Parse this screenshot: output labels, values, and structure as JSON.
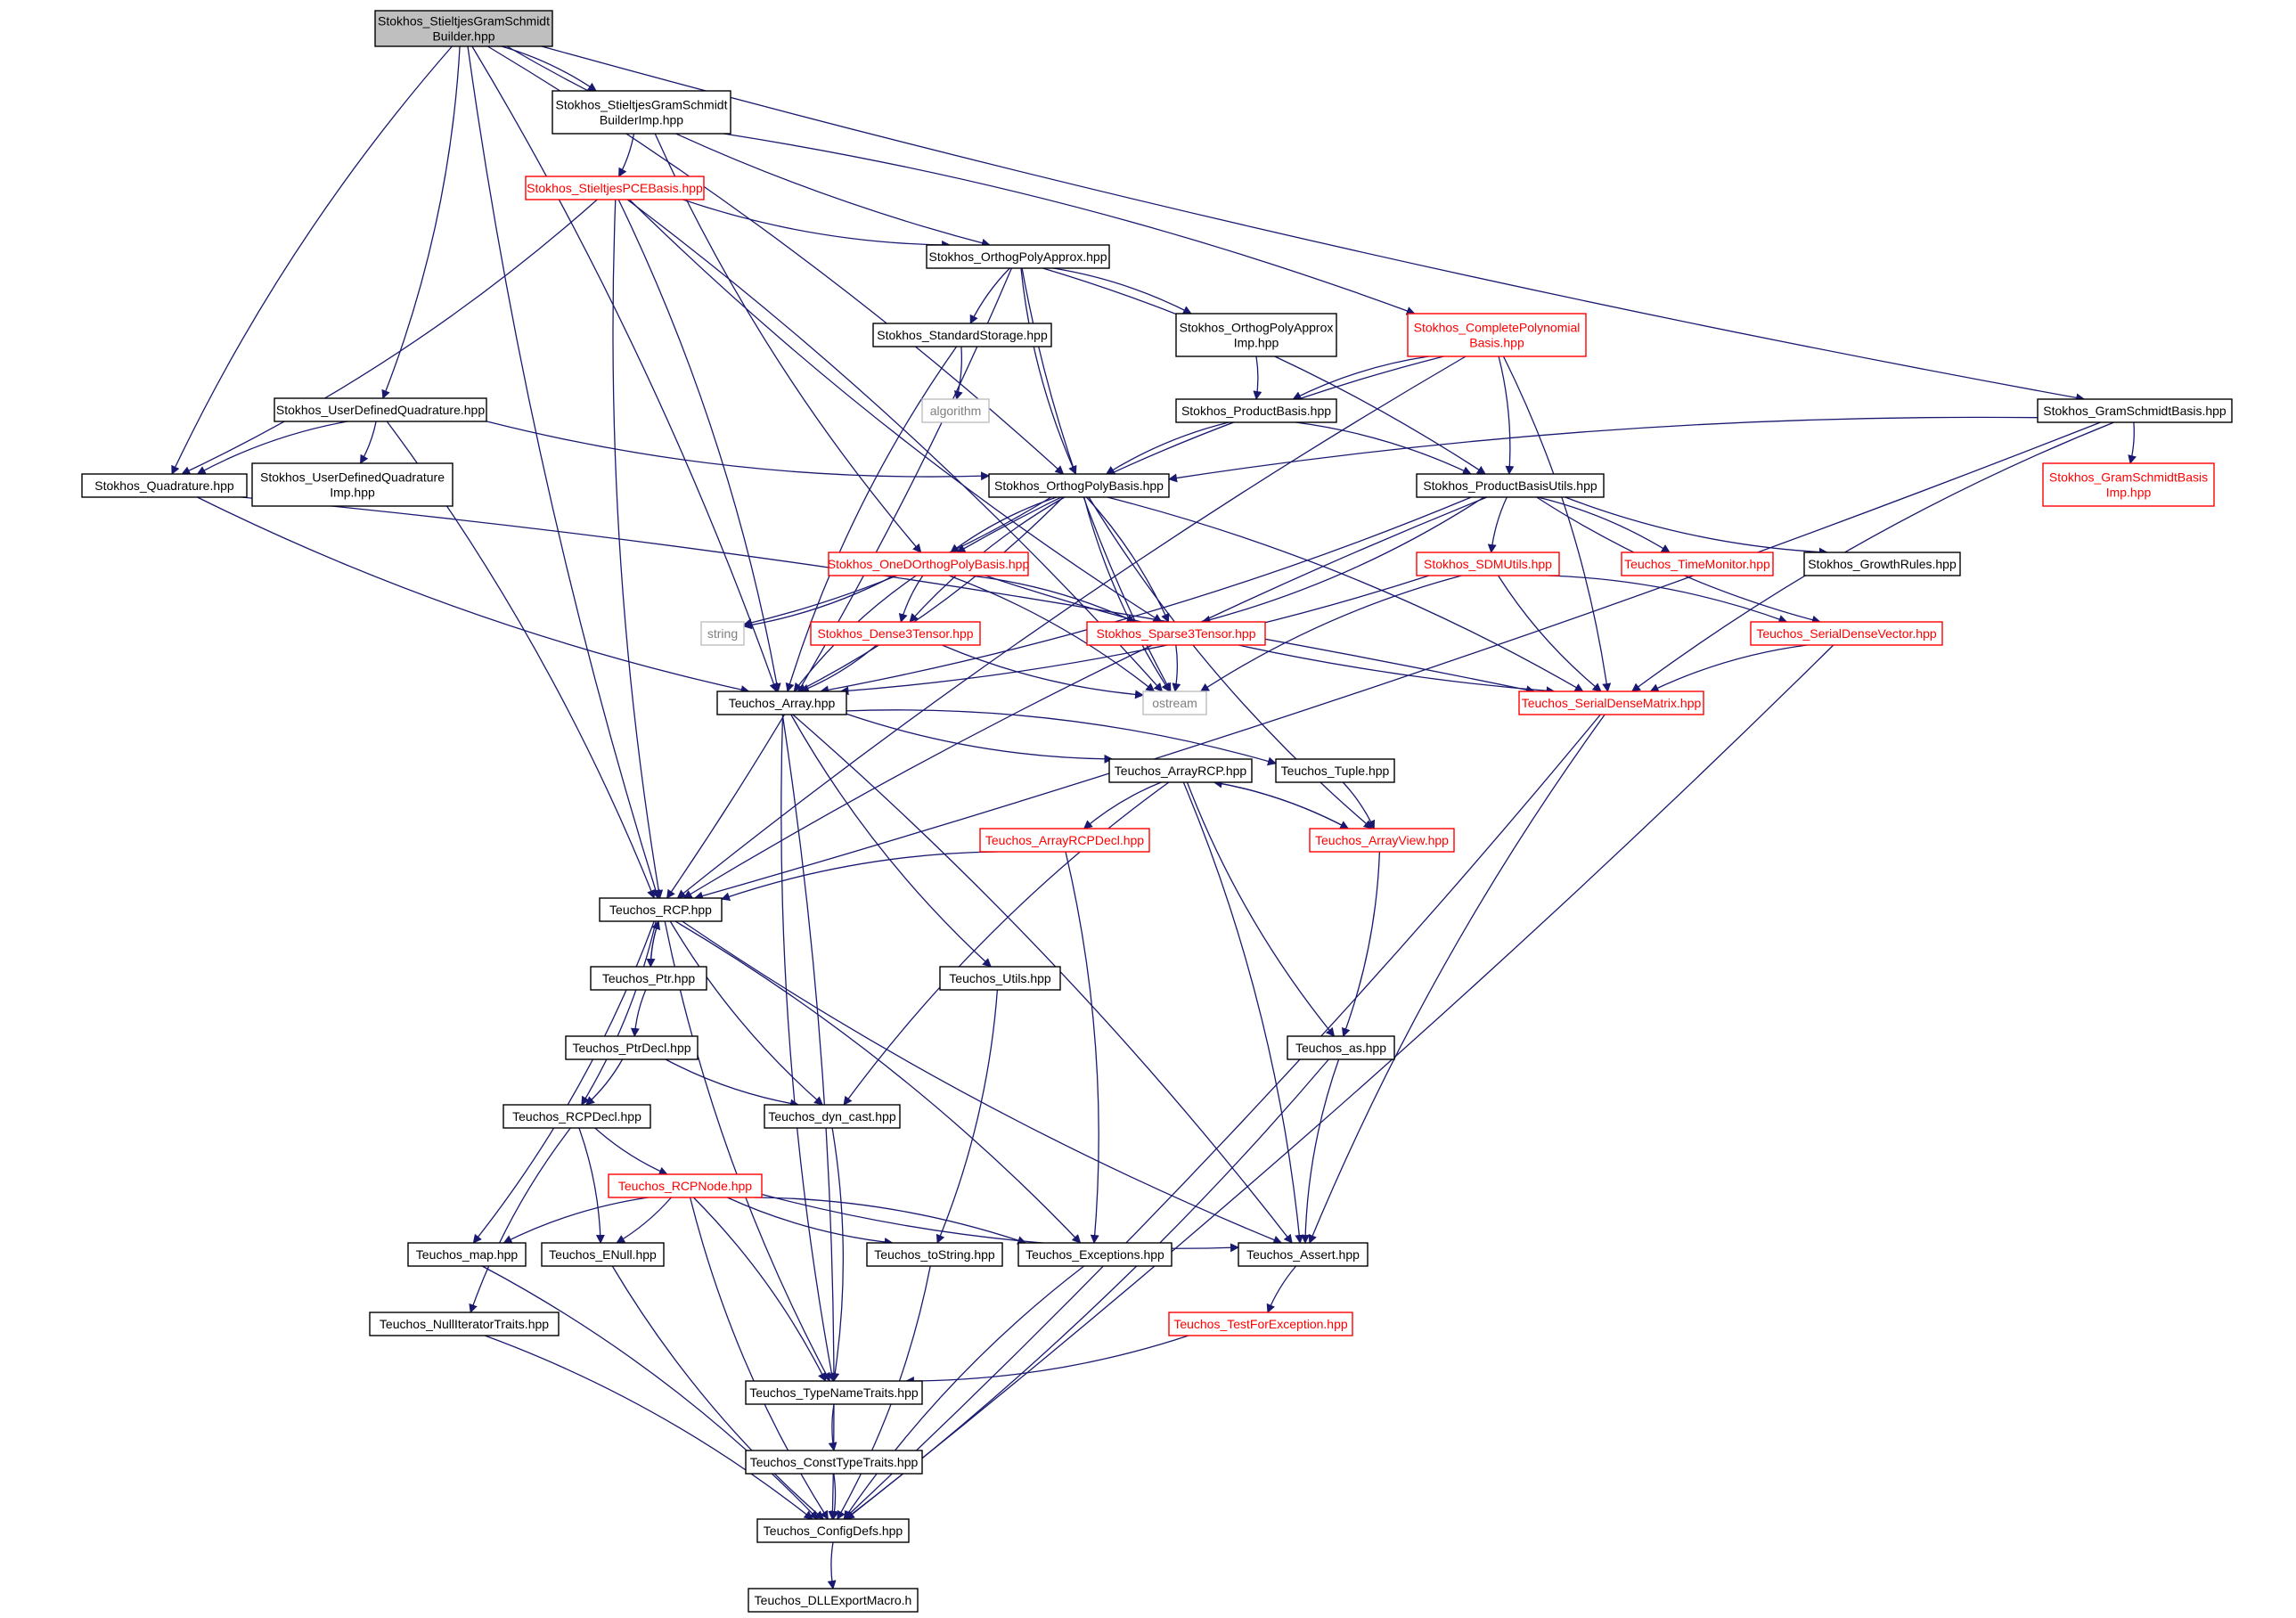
{
  "nodes": [
    {
      "id": "root",
      "label": [
        "Stokhos_StieltjesGramSchmidt",
        "Builder.hpp"
      ],
      "style": "root"
    },
    {
      "id": "imp",
      "label": [
        "Stokhos_StieltjesGramSchmidt",
        "BuilderImp.hpp"
      ],
      "style": "black"
    },
    {
      "id": "spce",
      "label": [
        "Stokhos_StieltjesPCEBasis.hpp"
      ],
      "style": "red"
    },
    {
      "id": "opa",
      "label": [
        "Stokhos_OrthogPolyApprox.hpp"
      ],
      "style": "black"
    },
    {
      "id": "cpb",
      "label": [
        "Stokhos_CompletePolynomial",
        "Basis.hpp"
      ],
      "style": "red"
    },
    {
      "id": "ss",
      "label": [
        "Stokhos_StandardStorage.hpp"
      ],
      "style": "black"
    },
    {
      "id": "opai",
      "label": [
        "Stokhos_OrthogPolyApprox",
        "Imp.hpp"
      ],
      "style": "black"
    },
    {
      "id": "alg",
      "label": [
        "algorithm"
      ],
      "style": "gray"
    },
    {
      "id": "udq",
      "label": [
        "Stokhos_UserDefinedQuadrature.hpp"
      ],
      "style": "black"
    },
    {
      "id": "pb",
      "label": [
        "Stokhos_ProductBasis.hpp"
      ],
      "style": "black"
    },
    {
      "id": "gsb",
      "label": [
        "Stokhos_GramSchmidtBasis.hpp"
      ],
      "style": "black"
    },
    {
      "id": "quad",
      "label": [
        "Stokhos_Quadrature.hpp"
      ],
      "style": "black"
    },
    {
      "id": "udqi",
      "label": [
        "Stokhos_UserDefinedQuadrature",
        "Imp.hpp"
      ],
      "style": "black"
    },
    {
      "id": "opb",
      "label": [
        "Stokhos_OrthogPolyBasis.hpp"
      ],
      "style": "black"
    },
    {
      "id": "pbu",
      "label": [
        "Stokhos_ProductBasisUtils.hpp"
      ],
      "style": "black"
    },
    {
      "id": "gsbi",
      "label": [
        "Stokhos_GramSchmidtBasis",
        "Imp.hpp"
      ],
      "style": "red"
    },
    {
      "id": "odopb",
      "label": [
        "Stokhos_OneDOrthogPolyBasis.hpp"
      ],
      "style": "red"
    },
    {
      "id": "sdm",
      "label": [
        "Stokhos_SDMUtils.hpp"
      ],
      "style": "red"
    },
    {
      "id": "tm",
      "label": [
        "Teuchos_TimeMonitor.hpp"
      ],
      "style": "red"
    },
    {
      "id": "gr",
      "label": [
        "Stokhos_GrowthRules.hpp"
      ],
      "style": "black"
    },
    {
      "id": "str",
      "label": [
        "string"
      ],
      "style": "gray"
    },
    {
      "id": "d3t",
      "label": [
        "Stokhos_Dense3Tensor.hpp"
      ],
      "style": "red"
    },
    {
      "id": "s3t",
      "label": [
        "Stokhos_Sparse3Tensor.hpp"
      ],
      "style": "red"
    },
    {
      "id": "sdv",
      "label": [
        "Teuchos_SerialDenseVector.hpp"
      ],
      "style": "red"
    },
    {
      "id": "arr",
      "label": [
        "Teuchos_Array.hpp"
      ],
      "style": "black"
    },
    {
      "id": "ost",
      "label": [
        "ostream"
      ],
      "style": "gray"
    },
    {
      "id": "sdmat",
      "label": [
        "Teuchos_SerialDenseMatrix.hpp"
      ],
      "style": "red"
    },
    {
      "id": "arcp",
      "label": [
        "Teuchos_ArrayRCP.hpp"
      ],
      "style": "black"
    },
    {
      "id": "tup",
      "label": [
        "Teuchos_Tuple.hpp"
      ],
      "style": "black"
    },
    {
      "id": "arcpd",
      "label": [
        "Teuchos_ArrayRCPDecl.hpp"
      ],
      "style": "red"
    },
    {
      "id": "av",
      "label": [
        "Teuchos_ArrayView.hpp"
      ],
      "style": "red"
    },
    {
      "id": "rcp",
      "label": [
        "Teuchos_RCP.hpp"
      ],
      "style": "black"
    },
    {
      "id": "ptr",
      "label": [
        "Teuchos_Ptr.hpp"
      ],
      "style": "black"
    },
    {
      "id": "utils",
      "label": [
        "Teuchos_Utils.hpp"
      ],
      "style": "black"
    },
    {
      "id": "ptrd",
      "label": [
        "Teuchos_PtrDecl.hpp"
      ],
      "style": "black"
    },
    {
      "id": "as",
      "label": [
        "Teuchos_as.hpp"
      ],
      "style": "black"
    },
    {
      "id": "rcpd",
      "label": [
        "Teuchos_RCPDecl.hpp"
      ],
      "style": "black"
    },
    {
      "id": "dync",
      "label": [
        "Teuchos_dyn_cast.hpp"
      ],
      "style": "black"
    },
    {
      "id": "rcpn",
      "label": [
        "Teuchos_RCPNode.hpp"
      ],
      "style": "red"
    },
    {
      "id": "map",
      "label": [
        "Teuchos_map.hpp"
      ],
      "style": "black"
    },
    {
      "id": "enull",
      "label": [
        "Teuchos_ENull.hpp"
      ],
      "style": "black"
    },
    {
      "id": "tostr",
      "label": [
        "Teuchos_toString.hpp"
      ],
      "style": "black"
    },
    {
      "id": "exc",
      "label": [
        "Teuchos_Exceptions.hpp"
      ],
      "style": "black"
    },
    {
      "id": "asrt",
      "label": [
        "Teuchos_Assert.hpp"
      ],
      "style": "black"
    },
    {
      "id": "nit",
      "label": [
        "Teuchos_NullIteratorTraits.hpp"
      ],
      "style": "black"
    },
    {
      "id": "tfe",
      "label": [
        "Teuchos_TestForException.hpp"
      ],
      "style": "red"
    },
    {
      "id": "tnt",
      "label": [
        "Teuchos_TypeNameTraits.hpp"
      ],
      "style": "black"
    },
    {
      "id": "ctt",
      "label": [
        "Teuchos_ConstTypeTraits.hpp"
      ],
      "style": "black"
    },
    {
      "id": "cfg",
      "label": [
        "Teuchos_ConfigDefs.hpp"
      ],
      "style": "black"
    },
    {
      "id": "dll",
      "label": [
        "Teuchos_DLLExportMacro.h"
      ],
      "style": "black"
    }
  ],
  "edges": [
    [
      "root",
      "imp"
    ],
    [
      "root",
      "opa"
    ],
    [
      "root",
      "udq"
    ],
    [
      "root",
      "quad"
    ],
    [
      "root",
      "opb"
    ],
    [
      "root",
      "gsb"
    ],
    [
      "root",
      "arr"
    ],
    [
      "root",
      "rcp"
    ],
    [
      "imp",
      "spce"
    ],
    [
      "imp",
      "odopb"
    ],
    [
      "imp",
      "cpb"
    ],
    [
      "spce",
      "opa"
    ],
    [
      "spce",
      "quad"
    ],
    [
      "spce",
      "rcp"
    ],
    [
      "spce",
      "arr"
    ],
    [
      "spce",
      "s3t"
    ],
    [
      "spce",
      "ost"
    ],
    [
      "opa",
      "ss"
    ],
    [
      "opa",
      "opai"
    ],
    [
      "opa",
      "opb"
    ],
    [
      "opa",
      "pbu"
    ],
    [
      "opa",
      "ost"
    ],
    [
      "opa",
      "rcp"
    ],
    [
      "cpb",
      "pb"
    ],
    [
      "cpb",
      "pbu"
    ],
    [
      "cpb",
      "odopb"
    ],
    [
      "cpb",
      "sdmat"
    ],
    [
      "cpb",
      "rcp"
    ],
    [
      "ss",
      "alg"
    ],
    [
      "ss",
      "arr"
    ],
    [
      "opai",
      "pb"
    ],
    [
      "udq",
      "quad"
    ],
    [
      "udq",
      "udqi"
    ],
    [
      "udq",
      "opb"
    ],
    [
      "udq",
      "rcp"
    ],
    [
      "pb",
      "opb"
    ],
    [
      "pb",
      "pbu"
    ],
    [
      "gsb",
      "opb"
    ],
    [
      "gsb",
      "gsbi"
    ],
    [
      "gsb",
      "sdmat"
    ],
    [
      "gsb",
      "rcp"
    ],
    [
      "quad",
      "arr"
    ],
    [
      "quad",
      "sdmat"
    ],
    [
      "opb",
      "odopb"
    ],
    [
      "opb",
      "str"
    ],
    [
      "opb",
      "d3t"
    ],
    [
      "opb",
      "s3t"
    ],
    [
      "opb",
      "ost"
    ],
    [
      "opb",
      "sdmat"
    ],
    [
      "opb",
      "av"
    ],
    [
      "opb",
      "arr"
    ],
    [
      "pbu",
      "sdm"
    ],
    [
      "pbu",
      "tm"
    ],
    [
      "pbu",
      "gr"
    ],
    [
      "pbu",
      "s3t"
    ],
    [
      "pbu",
      "sdv"
    ],
    [
      "pbu",
      "arr"
    ],
    [
      "pbu",
      "rcp"
    ],
    [
      "odopb",
      "str"
    ],
    [
      "odopb",
      "d3t"
    ],
    [
      "odopb",
      "s3t"
    ],
    [
      "odopb",
      "arr"
    ],
    [
      "odopb",
      "ost"
    ],
    [
      "odopb",
      "sdmat"
    ],
    [
      "sdm",
      "sdv"
    ],
    [
      "sdm",
      "sdmat"
    ],
    [
      "sdm",
      "arr"
    ],
    [
      "sdm",
      "ost"
    ],
    [
      "d3t",
      "arr"
    ],
    [
      "d3t",
      "ost"
    ],
    [
      "s3t",
      "ost"
    ],
    [
      "sdv",
      "sdmat"
    ],
    [
      "sdv",
      "cfg"
    ],
    [
      "sdmat",
      "asrt"
    ],
    [
      "sdmat",
      "cfg"
    ],
    [
      "arr",
      "arcp"
    ],
    [
      "arr",
      "tup"
    ],
    [
      "arr",
      "utils"
    ],
    [
      "arr",
      "asrt"
    ],
    [
      "arr",
      "tnt"
    ],
    [
      "arr",
      "cfg"
    ],
    [
      "arcp",
      "arcpd"
    ],
    [
      "arcp",
      "av"
    ],
    [
      "arcp",
      "dync"
    ],
    [
      "arcp",
      "asrt"
    ],
    [
      "arcp",
      "as"
    ],
    [
      "tup",
      "av"
    ],
    [
      "arcpd",
      "rcp"
    ],
    [
      "arcpd",
      "exc"
    ],
    [
      "av",
      "arcp"
    ],
    [
      "av",
      "as"
    ],
    [
      "rcp",
      "ptr"
    ],
    [
      "rcp",
      "rcpd"
    ],
    [
      "rcp",
      "dync"
    ],
    [
      "rcp",
      "map"
    ],
    [
      "rcp",
      "tnt"
    ],
    [
      "rcp",
      "exc"
    ],
    [
      "rcp",
      "asrt"
    ],
    [
      "ptr",
      "rcp"
    ],
    [
      "ptr",
      "ptrd"
    ],
    [
      "ptrd",
      "rcpd"
    ],
    [
      "ptrd",
      "dync"
    ],
    [
      "utils",
      "tostr"
    ],
    [
      "as",
      "asrt"
    ],
    [
      "as",
      "cfg"
    ],
    [
      "rcpd",
      "rcpn"
    ],
    [
      "rcpd",
      "enull"
    ],
    [
      "rcpd",
      "nit"
    ],
    [
      "dync",
      "tnt"
    ],
    [
      "rcpn",
      "map"
    ],
    [
      "rcpn",
      "enull"
    ],
    [
      "rcpn",
      "tostr"
    ],
    [
      "rcpn",
      "exc"
    ],
    [
      "rcpn",
      "asrt"
    ],
    [
      "rcpn",
      "tnt"
    ],
    [
      "rcpn",
      "cfg"
    ],
    [
      "map",
      "cfg"
    ],
    [
      "enull",
      "cfg"
    ],
    [
      "tostr",
      "cfg"
    ],
    [
      "exc",
      "cfg"
    ],
    [
      "nit",
      "cfg"
    ],
    [
      "asrt",
      "tfe"
    ],
    [
      "tfe",
      "tnt"
    ],
    [
      "tnt",
      "ctt"
    ],
    [
      "ctt",
      "cfg"
    ],
    [
      "cfg",
      "dll"
    ]
  ]
}
